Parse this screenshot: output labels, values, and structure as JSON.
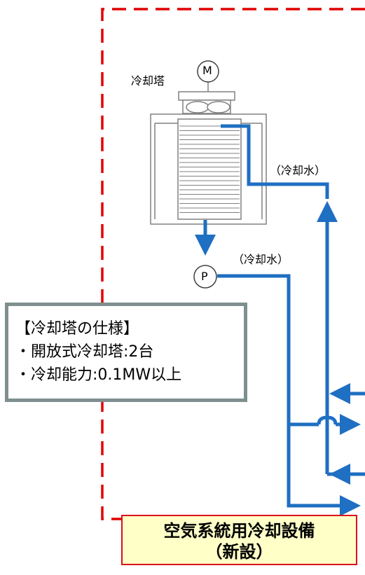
{
  "cooling_tower": {
    "label": "冷却塔",
    "motor_symbol": "M"
  },
  "pump": {
    "symbol": "P"
  },
  "pipes": {
    "return_label": "（冷却水）",
    "supply_label": "（冷却水）"
  },
  "spec_box": {
    "title": "【冷却塔の仕様】",
    "line1": "・開放式冷却塔:2台",
    "line2": "・冷却能力:0.1MW以上"
  },
  "facility": {
    "line1": "空気系統用冷却設備",
    "line2": "（新設）"
  },
  "colors": {
    "boundary": "#e00000",
    "pipe": "#1f6fc2",
    "spec_border": "#7f8f8f",
    "facility_fill": "#ffffc8",
    "facility_border": "#d9121b"
  }
}
